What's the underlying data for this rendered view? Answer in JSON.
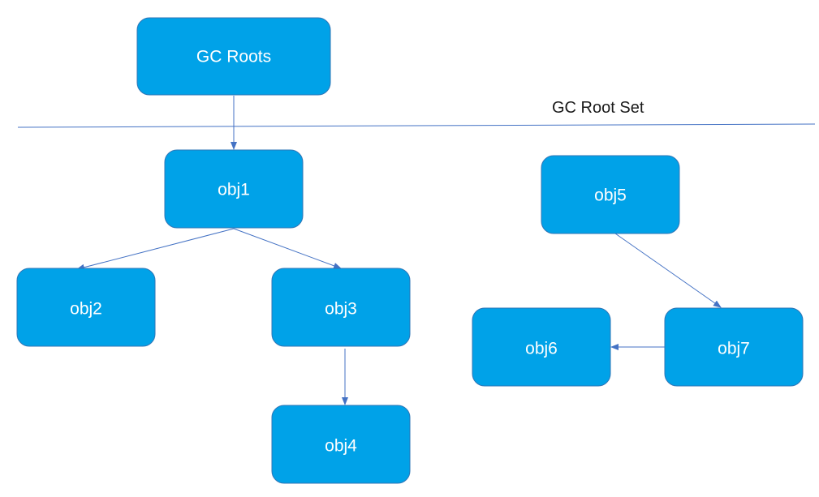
{
  "diagram": {
    "set_label": "GC Root Set",
    "colors": {
      "node_fill": "#00a2e8",
      "node_border": "#2e75b6",
      "edge": "#4472c4",
      "divider": "#4472c4",
      "node_text": "#ffffff",
      "label_text": "#1a1a1a"
    },
    "nodes": [
      {
        "id": "gc-roots",
        "label": "GC Roots"
      },
      {
        "id": "obj1",
        "label": "obj1"
      },
      {
        "id": "obj2",
        "label": "obj2"
      },
      {
        "id": "obj3",
        "label": "obj3"
      },
      {
        "id": "obj4",
        "label": "obj4"
      },
      {
        "id": "obj5",
        "label": "obj5"
      },
      {
        "id": "obj6",
        "label": "obj6"
      },
      {
        "id": "obj7",
        "label": "obj7"
      }
    ],
    "edges": [
      {
        "from": "gc-roots",
        "to": "obj1"
      },
      {
        "from": "obj1",
        "to": "obj2"
      },
      {
        "from": "obj1",
        "to": "obj3"
      },
      {
        "from": "obj3",
        "to": "obj4"
      },
      {
        "from": "obj5",
        "to": "obj7"
      },
      {
        "from": "obj7",
        "to": "obj6"
      }
    ]
  }
}
